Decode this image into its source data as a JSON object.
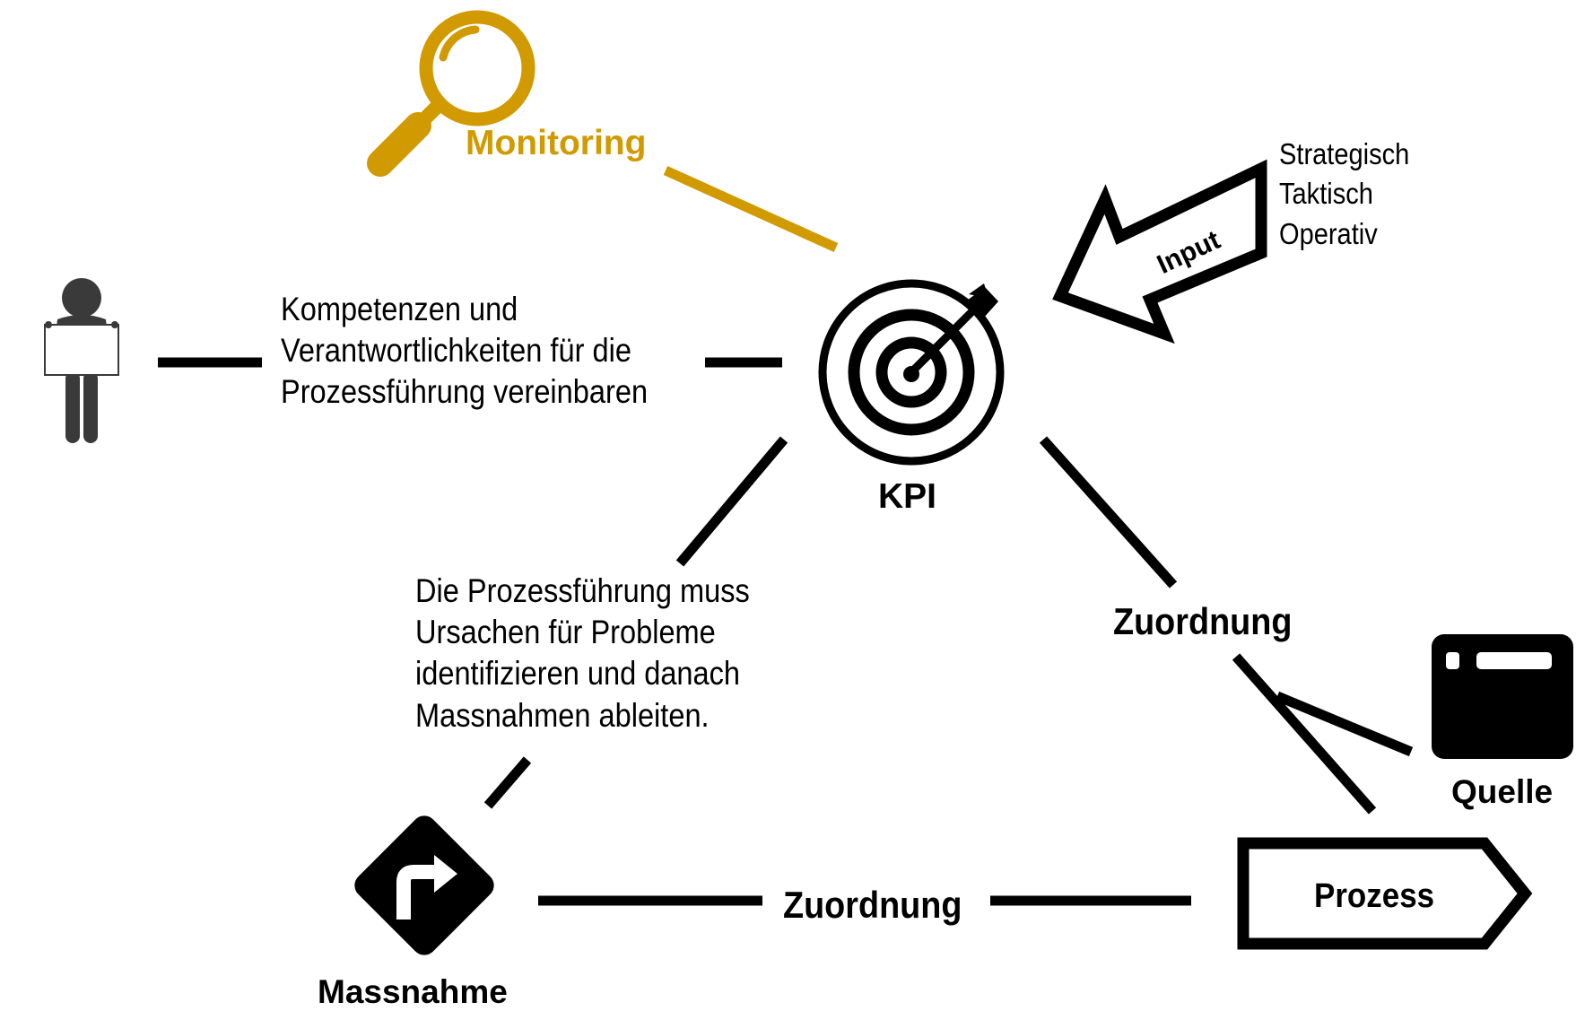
{
  "colors": {
    "accent": "#D19A00",
    "ink": "#000000",
    "background": "#FFFFFF",
    "person": "#3A3A3A"
  },
  "icons": {
    "monitoring": "magnifier-icon",
    "kpi": "target-icon",
    "input": "arrow-left-icon",
    "stakeholder": "person-holding-sign-icon",
    "measure": "turn-right-sign-icon",
    "source": "browser-window-icon",
    "process": "process-arrow-icon"
  },
  "nodes": {
    "monitoring": "Monitoring",
    "kpi": "KPI",
    "input_arrow": "Input",
    "massnahme": "Massnahme",
    "prozess": "Prozess",
    "quelle": "Quelle"
  },
  "levels": [
    "Strategisch",
    "Taktisch",
    "Operativ"
  ],
  "texts": {
    "kompetenzen": [
      "Kompetenzen und",
      "Verantwortlichkeiten für die",
      "Prozessführung vereinbaren"
    ],
    "prozessfuehrung": [
      "Die Prozessführung muss",
      "Ursachen für Probleme",
      "identifizieren und danach",
      "Massnahmen ableiten."
    ]
  },
  "edges": {
    "kpi_prozess": "Zuordnung",
    "massnahme_prozess": "Zuordnung"
  }
}
